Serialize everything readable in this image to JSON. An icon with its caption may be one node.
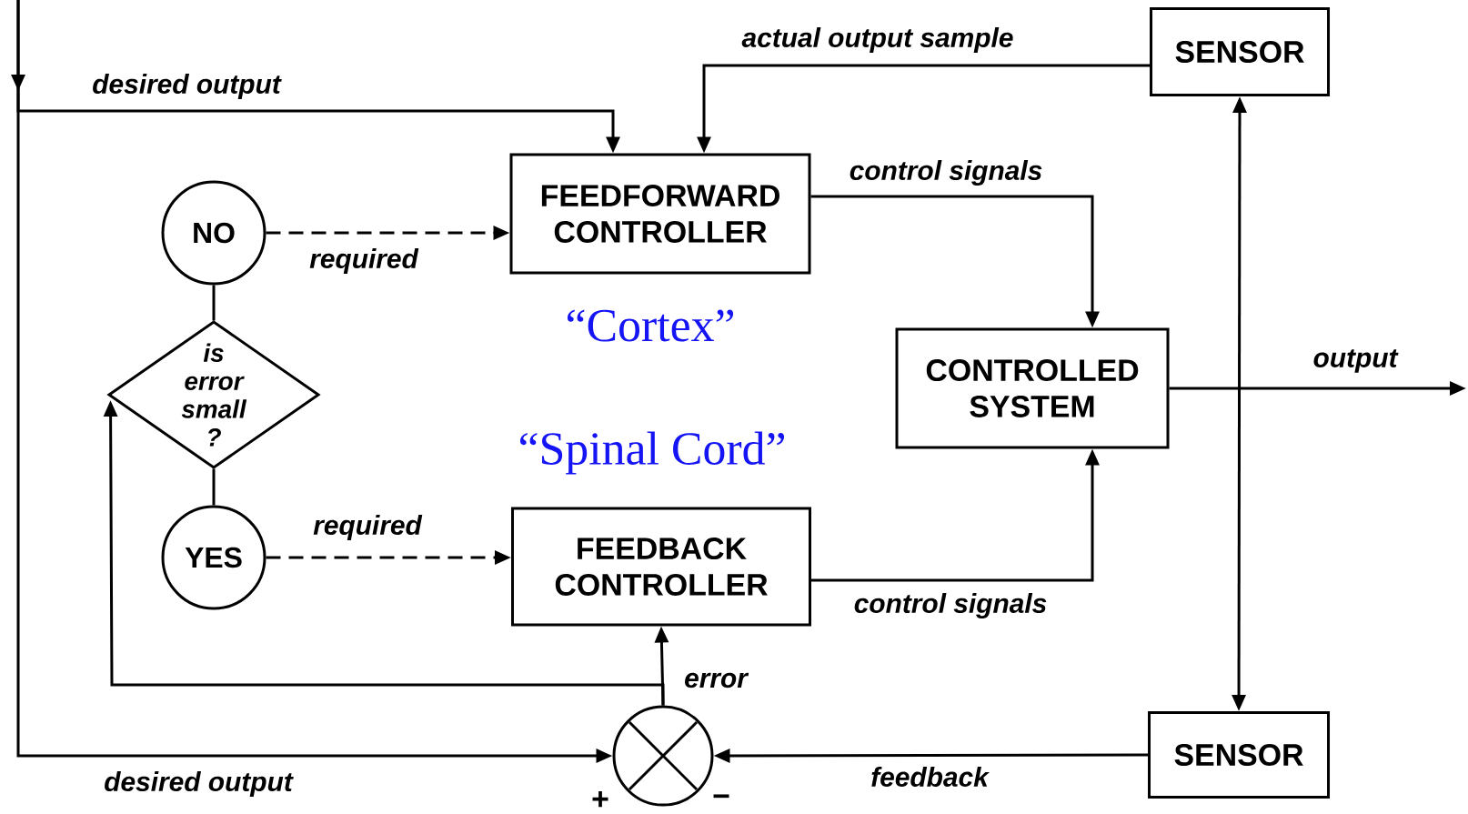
{
  "diagram": {
    "nodes": [
      {
        "text": [
          "FEEDFORWARD CONTROLLER"
        ]
      },
      {
        "text": [
          "FEEDBACK CONTROLLER"
        ]
      },
      {
        "text": [
          "CONTROLLED SYSTEM"
        ]
      },
      {
        "text": [
          "SENSOR"
        ]
      },
      {
        "text": [
          "SENSOR"
        ]
      },
      {
        "text": [
          "NO"
        ]
      },
      {
        "text": [
          "is error small ?"
        ]
      },
      {
        "text": [
          "YES"
        ]
      },
      {
        "text": [],
        "shape": "circle"
      }
    ],
    "edges": [
      {
        "from": null,
        "to": 0,
        "arrow": "to",
        "label": "desired output"
      },
      {
        "from": null,
        "to": 8,
        "arrow": "to",
        "label": "desired output"
      },
      {
        "from": 3,
        "to": 0,
        "arrow": "to",
        "label": "actual output sample"
      },
      {
        "from": 0,
        "to": 2,
        "arrow": "to",
        "label": "control signals"
      },
      {
        "from": 1,
        "to": 2,
        "arrow": "to",
        "label": "control signals"
      },
      {
        "from": 2,
        "to": null,
        "arrow": "to",
        "label": "output"
      },
      {
        "from": 3,
        "to": 4,
        "arrow": "both"
      },
      {
        "from": 4,
        "to": 8,
        "arrow": "to",
        "label": "feedback"
      },
      {
        "from": 8,
        "to": 1,
        "arrow": "to",
        "label": "error"
      },
      {
        "from": 8,
        "to": 6,
        "arrow": "to"
      },
      {
        "from": 5,
        "to": 0,
        "arrow": "to",
        "label": "required",
        "style": "dashed"
      },
      {
        "from": 7,
        "to": 1,
        "arrow": "to",
        "label": "required",
        "style": "dashed"
      },
      {
        "from": 5,
        "to": 6,
        "arrow": "none"
      },
      {
        "from": 6,
        "to": 7,
        "arrow": "none"
      }
    ],
    "labels": [
      "“Cortex”",
      "“Spinal Cord”",
      "+",
      "−"
    ]
  }
}
